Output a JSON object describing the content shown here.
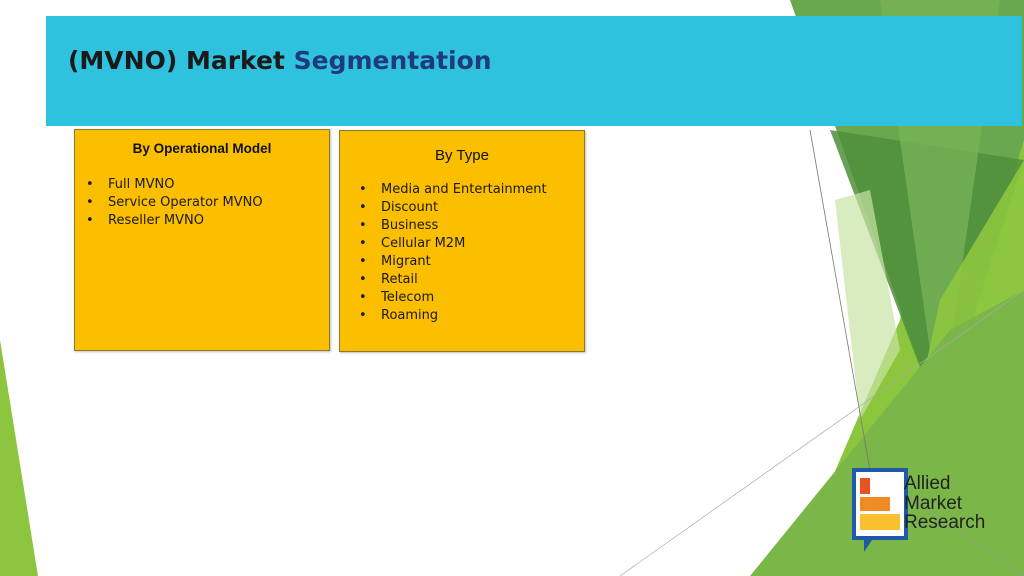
{
  "title": {
    "main": "(MVNO) Market",
    "accent": "Segmentation"
  },
  "segments": [
    {
      "heading": "By Operational Model",
      "items": [
        "Full MVNO",
        "Service Operator MVNO",
        "Reseller MVNO"
      ]
    },
    {
      "heading": "By Type",
      "items": [
        "Media and Entertainment",
        "Discount",
        "Business",
        "Cellular M2M",
        "Migrant",
        "Retail",
        "Telecom",
        "Roaming"
      ]
    }
  ],
  "logo": {
    "line1": "Allied",
    "line2": "Market",
    "line3": "Research"
  },
  "colors": {
    "title_bar": "#2ec2df",
    "title_accent": "#1e3a78",
    "box_fill": "#fbbf00",
    "green_dark": "#5a9a2e",
    "green_light": "#8cc63f"
  }
}
